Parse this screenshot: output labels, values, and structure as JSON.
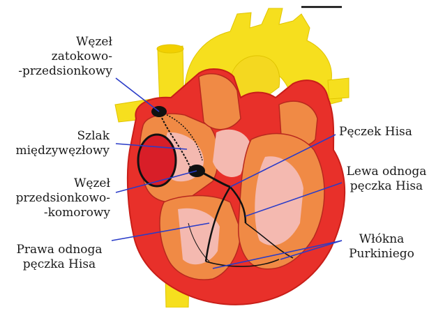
{
  "labels": {
    "sa_node": [
      "Węzeł",
      "zatokowo-",
      "-przedsionkowy"
    ],
    "internodal": [
      "Szlak",
      "międzywęzłowy"
    ],
    "av_node": [
      "Węzeł",
      "przedsionkowo-",
      "-komorowy"
    ],
    "right_bundle": [
      "Prawa odnoga",
      "pęczka Hisa"
    ],
    "his_bundle": [
      "Pęczek Hisa"
    ],
    "left_bundle": [
      "Lewa odnoga",
      "pęczka Hisa"
    ],
    "purkinje": [
      "Włókna",
      "Purkiniego"
    ]
  },
  "colors": {
    "vessel_yellow": "#f6df1e",
    "myocardium_red": "#e8302a",
    "chamber_orange": "#f08a45",
    "chamber_pink": "#f4b9b0",
    "pointer_blue": "#2a3cc8",
    "conduction_black": "#111111"
  }
}
